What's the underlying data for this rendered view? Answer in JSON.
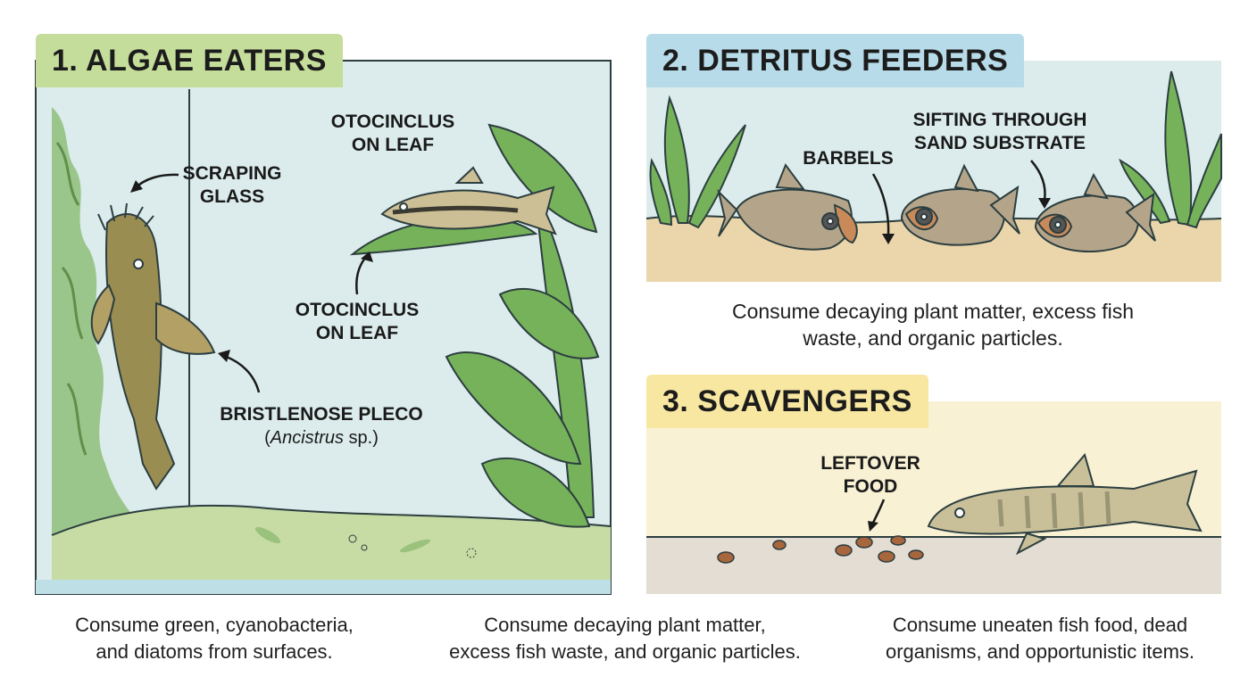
{
  "panels": {
    "algae": {
      "title": "1. ALGAE EATERS",
      "labels": {
        "scraping": "SCRAPING\nGLASS",
        "oto_top": "OTOCINCLUS\nON LEAF",
        "oto_mid": "OTOCINCLUS\nON LEAF",
        "pleco": "BRISTLENOSE PLECO",
        "pleco_genus": "Ancistrus",
        "pleco_species": " sp.)"
      },
      "caption": "Consume green, cyanobacteria,\nand diatoms from surfaces."
    },
    "detritus": {
      "title": "2. DETRITUS FEEDERS",
      "labels": {
        "barbels": "BARBELS",
        "sifting": "SIFTING THROUGH\nSAND SUBSTRATE"
      },
      "caption": "Consume decaying plant matter, excess fish\nwaste, and organic particles."
    },
    "scavengers": {
      "title": "3. SCAVENGERS",
      "labels": {
        "leftover": "LEFTOVER\nFOOD"
      }
    }
  },
  "bottom_captions": {
    "left": "Consume green, cyanobacteria,\nand diatoms from surfaces.",
    "middle": "Consume decaying plant matter,\nexcess fish waste, and organic particles.",
    "right": "Consume uneaten fish food, dead\norganisms, and opportunistic items."
  },
  "colors": {
    "algae_tab": "#c5dd9a",
    "detritus_tab": "#b7dbe8",
    "scavenger_tab": "#f7e7a1",
    "water": "#dcecec",
    "sand": "#ead6aa",
    "scavenger_bg": "#f8f1d4",
    "gravel": "#e3ddd3"
  }
}
